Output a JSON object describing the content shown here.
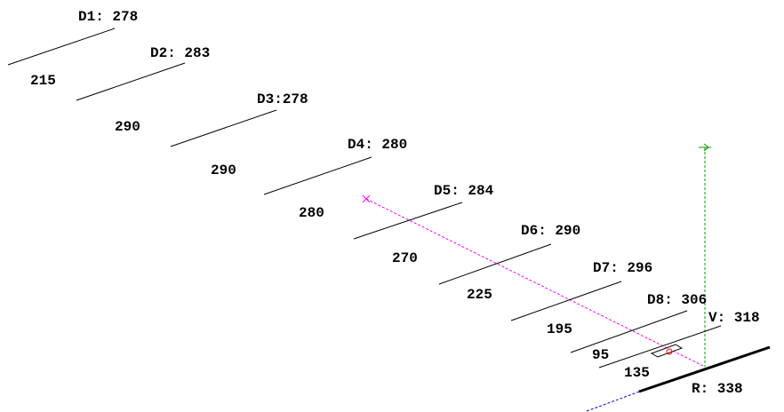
{
  "diagram": {
    "datum_lines": [
      {
        "id": "D1",
        "label": "D1: 278"
      },
      {
        "id": "D2",
        "label": "D2: 283"
      },
      {
        "id": "D3",
        "label": "D3:278"
      },
      {
        "id": "D4",
        "label": "D4: 280"
      },
      {
        "id": "D5",
        "label": "D5: 284"
      },
      {
        "id": "D6",
        "label": "D6: 290"
      },
      {
        "id": "D7",
        "label": "D7: 296"
      },
      {
        "id": "D8",
        "label": "D8: 306"
      },
      {
        "id": "V",
        "label": "V: 318"
      },
      {
        "id": "R",
        "label": "R: 338"
      }
    ],
    "spacings": [
      "215",
      "290",
      "290",
      "280",
      "270",
      "225",
      "195",
      "95",
      "135"
    ]
  },
  "colors": {
    "line": "#000000",
    "sight_line": "#ff00ff",
    "vertical_guide": "#00a000",
    "ground_line": "#0000cc",
    "marker": "#ff0000"
  }
}
